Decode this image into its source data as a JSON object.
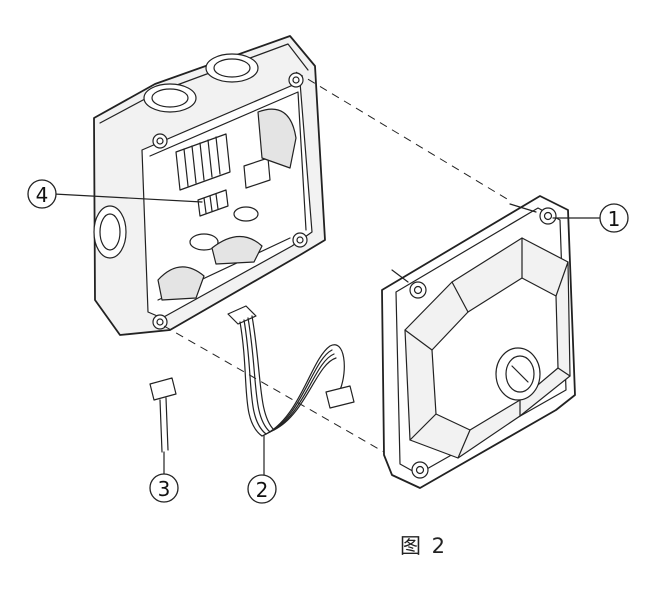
{
  "callouts": {
    "c1": "1",
    "c2": "2",
    "c3": "3",
    "c4": "4"
  },
  "caption": "图 2",
  "colors": {
    "line": "#222222",
    "background": "#ffffff"
  }
}
